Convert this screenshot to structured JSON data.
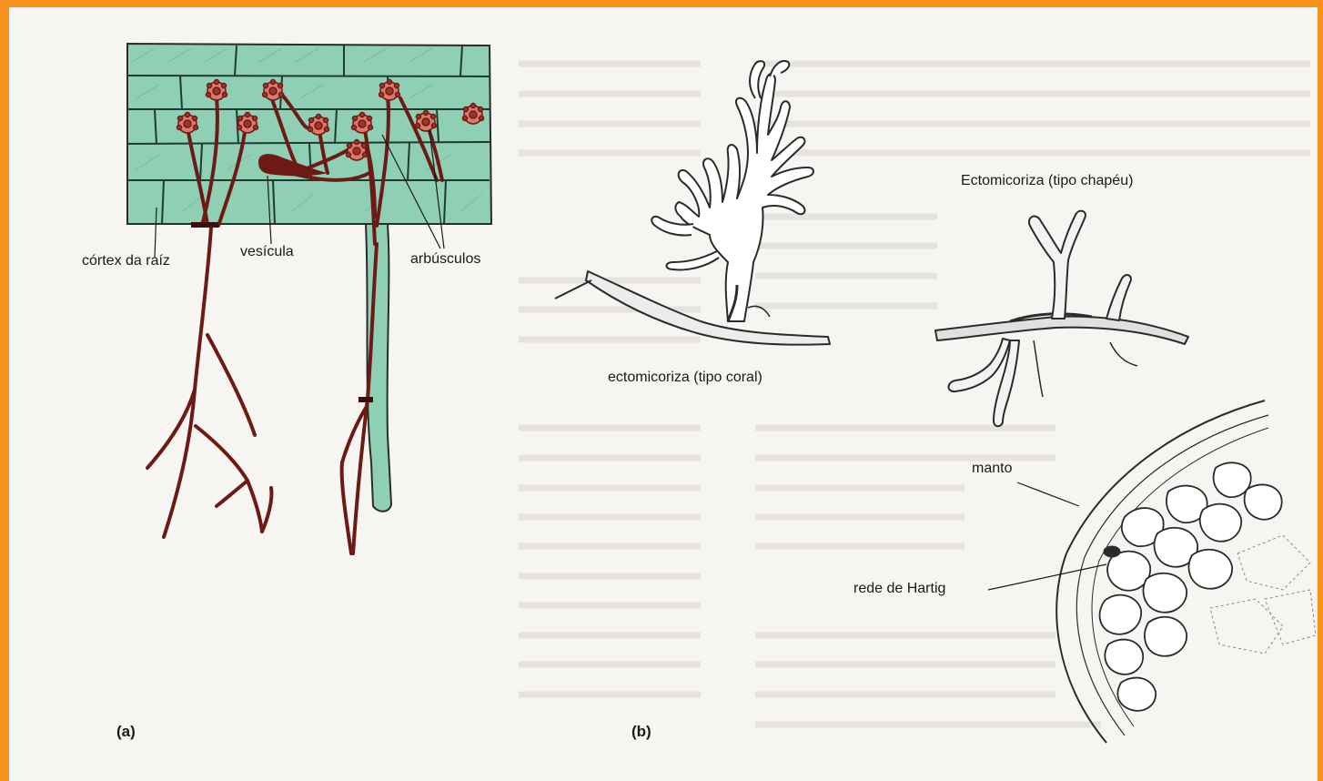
{
  "figure": {
    "panel_a": {
      "letter": "(a)",
      "labels": {
        "cortex": "córtex da raíz",
        "vesicle": "vesícula",
        "arbuscules": "arbúsculos"
      }
    },
    "panel_b": {
      "letter": "(b)",
      "labels": {
        "coral": "ectomicoriza (tipo coral)",
        "hat": "Ectomicoriza (tipo chapéu)",
        "mantle": "manto",
        "hartig": "rede de Hartig"
      }
    },
    "colors": {
      "page_border": "#f7931e",
      "cortex_fill": "#8fcfb4",
      "hypha": "#6e1a14",
      "linework": "#2b2b2b"
    }
  }
}
